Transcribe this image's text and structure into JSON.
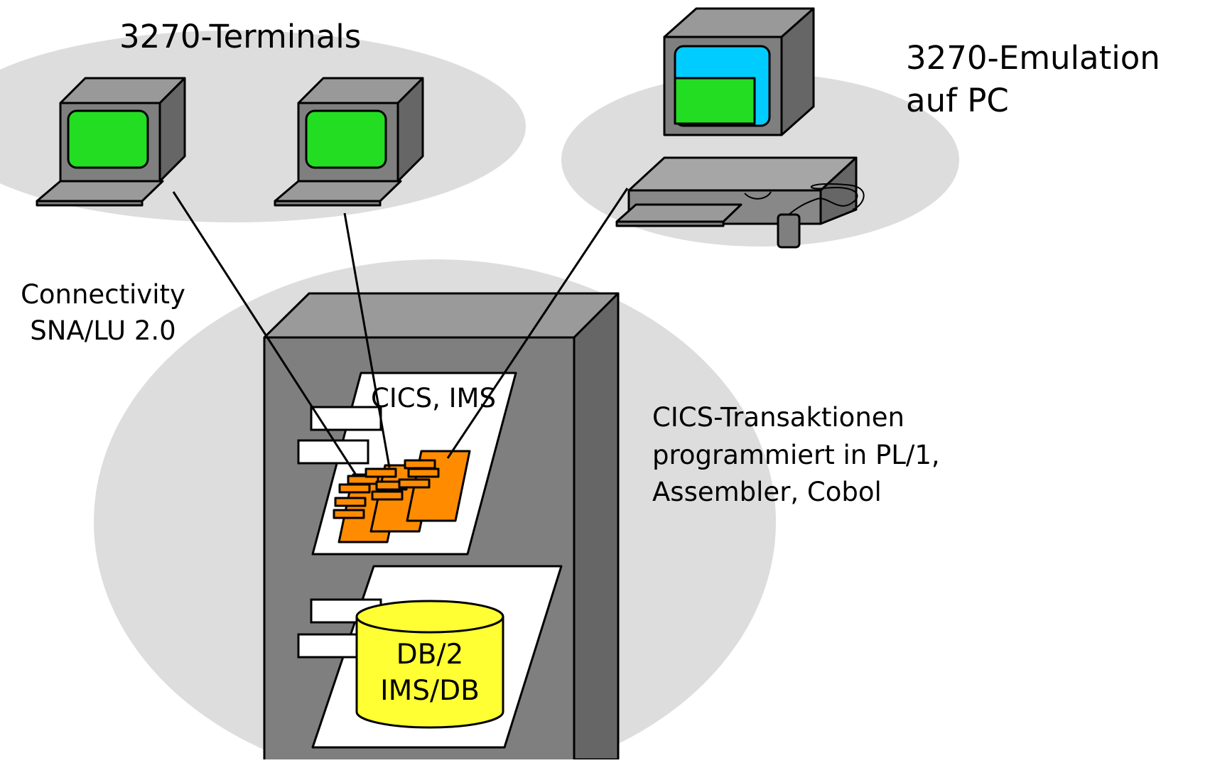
{
  "labels": {
    "terminals_title": "3270-Terminals",
    "emulation_line1": "3270-Emulation",
    "emulation_line2": "auf PC",
    "connectivity_line1": "Connectivity",
    "connectivity_line2": "SNA/LU 2.0",
    "tp_monitor": "CICS, IMS",
    "transactions_line1": "CICS-Transaktionen",
    "transactions_line2": "programmiert in PL/1,",
    "transactions_line3": "Assembler, Cobol",
    "database_line1": "DB/2",
    "database_line2": "IMS/DB"
  },
  "colors": {
    "group_ellipse": "#dddddd",
    "terminal_screen": "#22dd22",
    "pc_screen": "#00ccff",
    "transaction": "#ff8c00",
    "database": "#ffff33",
    "host_front": "#7f7f7f",
    "host_top": "#9a9a9a",
    "host_side": "#666666"
  },
  "icons": [
    "terminal-icon",
    "pc-icon",
    "mainframe-icon",
    "database-icon",
    "transaction-program-icon"
  ]
}
